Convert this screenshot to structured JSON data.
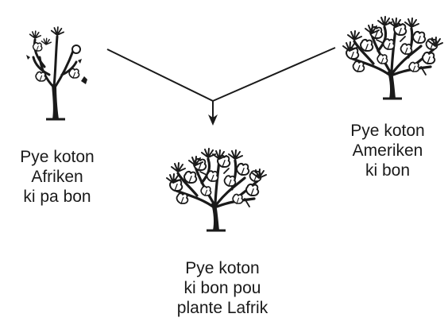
{
  "diagram": {
    "nodes": [
      {
        "id": "african",
        "icon": "sparse-cotton-plant-icon",
        "lines": [
          "Pye koton",
          "Afriken",
          "ki pa bon"
        ]
      },
      {
        "id": "american",
        "icon": "bushy-cotton-plant-icon",
        "lines": [
          "Pye koton",
          "Ameriken",
          "ki bon"
        ]
      },
      {
        "id": "hybrid",
        "icon": "bushy-cotton-plant-icon",
        "lines": [
          "Pye koton",
          "ki bon pou",
          "plante Lafrik"
        ]
      }
    ],
    "edges": [
      {
        "from": "african",
        "to": "hybrid"
      },
      {
        "from": "american",
        "to": "hybrid"
      }
    ],
    "colors": {
      "ink": "#1a1a1a",
      "background": "#ffffff"
    }
  }
}
